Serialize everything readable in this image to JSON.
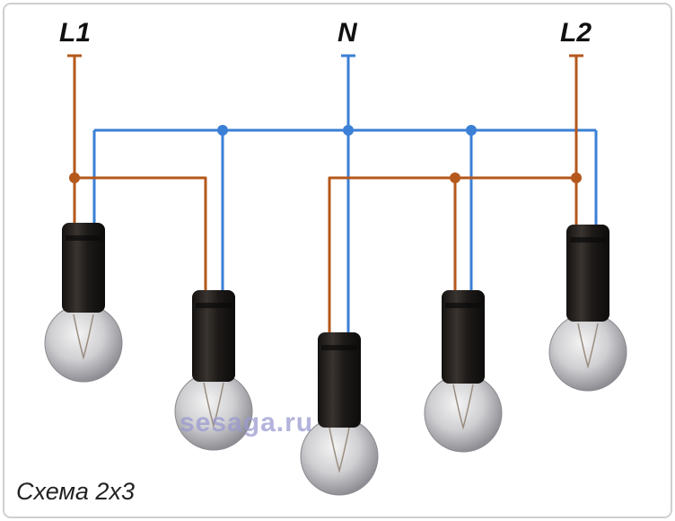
{
  "diagram": {
    "terminals": {
      "l1": "L1",
      "n": "N",
      "l2": "L2"
    },
    "caption": "Схема 2х3",
    "watermark": "sesaga.ru"
  },
  "colors": {
    "phase_wire": "#b5581c",
    "neutral_wire": "#3b7fd6",
    "frame_border": "#cfcfcf",
    "background": "#ffffff"
  }
}
